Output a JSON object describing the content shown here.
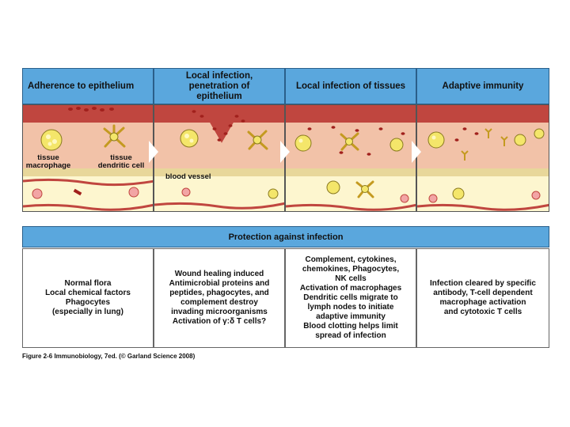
{
  "stages": [
    {
      "title": "Adherence to epithelium"
    },
    {
      "title": "Local infection,\npenetration of\nepithelium"
    },
    {
      "title": "Local infection of tissues"
    },
    {
      "title": "Adaptive immunity"
    }
  ],
  "labels": {
    "tissue_macrophage": "tissue\nmacrophage",
    "tissue_dendritic": "tissue\ndendritic cell",
    "blood_vessel": "blood vessel"
  },
  "protection": {
    "title": "Protection against infection",
    "cells": [
      "Normal flora\nLocal chemical factors\nPhagocytes\n(especially in lung)",
      "Wound healing induced\nAntimicrobial proteins and\npeptides, phagocytes, and\ncomplement destroy\ninvading microorganisms\nActivation of γ:δ T cells?",
      "Complement, cytokines,\nchemokines, Phagocytes,\nNK cells\nActivation of macrophages\nDendritic cells migrate to\nlymph nodes to initiate\nadaptive immunity\nBlood clotting helps limit\nspread of infection",
      "Infection cleared by specific\nantibody, T-cell dependent\nmacrophage activation\nand cytotoxic T cells"
    ]
  },
  "caption": "Figure 2-6 Immunobiology, 7ed. (© Garland Science 2008)",
  "colors": {
    "header_blue": "#5aa7dd",
    "epithelium_red": "#c0463f",
    "tissue_pink": "#f2c2a8",
    "vessel_yellow": "#fdf6cf",
    "macrophage_yellow": "#f4e66a",
    "bacteria_red": "#a1201c"
  }
}
